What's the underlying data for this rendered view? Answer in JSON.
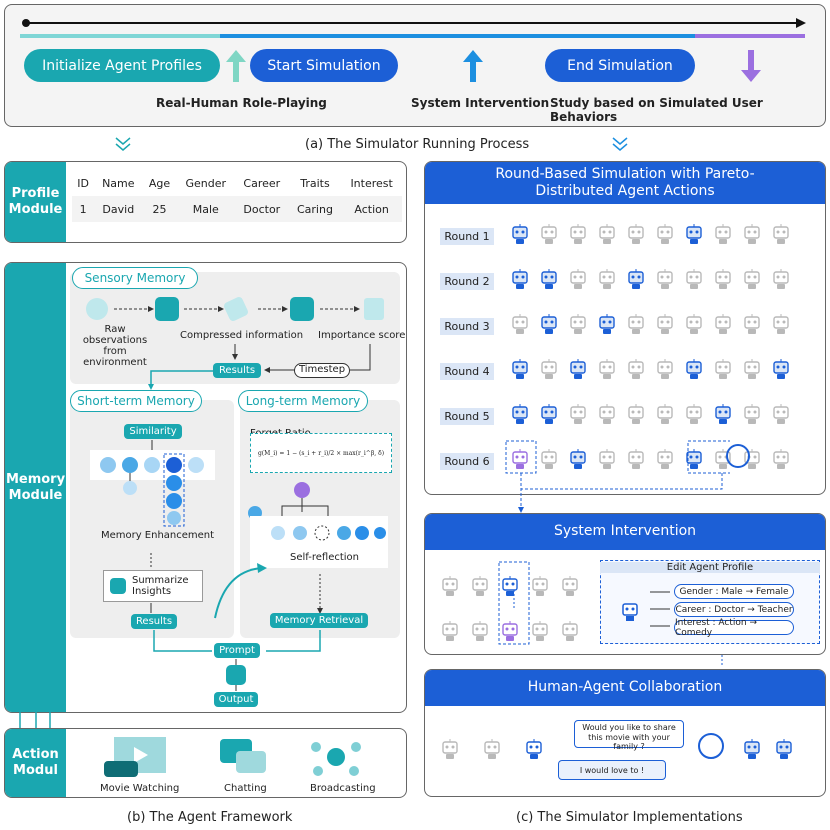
{
  "process": {
    "stage1": "Initialize Agent Profiles",
    "stage2": "Start Simulation",
    "stage3": "End Simulation",
    "label1": "Real-Human Role-Playing",
    "label2": "System Intervention",
    "label3": "Study based on Simulated User Behaviors",
    "caption": "(a) The Simulator Running Process"
  },
  "profile": {
    "header": "Profile Module",
    "columns": [
      "ID",
      "Name",
      "Age",
      "Gender",
      "Career",
      "Traits",
      "Interest"
    ],
    "row": [
      "1",
      "David",
      "25",
      "Male",
      "Doctor",
      "Caring",
      "Action"
    ]
  },
  "memory": {
    "header": "Memory Module",
    "sensory": "Sensory Memory",
    "raw": "Raw observations from environment",
    "compressed": "Compressed information",
    "importance": "Importance score",
    "timestep": "Timestep",
    "results": "Results",
    "short_term": "Short-term Memory",
    "long_term": "Long-term Memory",
    "similarity": "Similarity",
    "forget_ratio": "Forget Ratio",
    "formula": "g(M_i) = 1 − (s_i + r_i)/2 × max(r_i^β, δ)",
    "memory_enhancement": "Memory Enhancement",
    "summarize": "Summarize Insights",
    "results2": "Results",
    "self_reflection": "Self-reflection",
    "memory_retrieval": "Memory Retrieval",
    "prompt": "Prompt",
    "output": "Output"
  },
  "action": {
    "header": "Action Modul",
    "items": [
      "Movie Watching",
      "Chatting",
      "Broadcasting"
    ]
  },
  "caption_b": "(b) The Agent Framework",
  "caption_c": "(c) The Simulator Implementations",
  "rounds_panel": {
    "title": "Round-Based Simulation with Pareto-Distributed Agent Actions",
    "rounds": [
      {
        "label": "Round 1",
        "active": [
          0,
          6
        ]
      },
      {
        "label": "Round 2",
        "active": [
          0,
          1,
          4
        ]
      },
      {
        "label": "Round 3",
        "active": [
          1,
          3
        ]
      },
      {
        "label": "Round 4",
        "active": [
          0,
          2,
          6,
          9
        ]
      },
      {
        "label": "Round 5",
        "active": [
          0,
          1,
          7
        ]
      },
      {
        "label": "Round 6",
        "active": [
          2,
          6
        ]
      }
    ]
  },
  "intervention": {
    "title": "System Intervention",
    "edit_title": "Edit Agent Profile",
    "edits": [
      "Gender : Male → Female",
      "Career : Doctor → Teacher",
      "Interest : Action → Comedy"
    ]
  },
  "collaboration": {
    "title": "Human-Agent Collaboration",
    "question": "Would you like to share this movie with your family ?",
    "answer": "I would love to !"
  },
  "colors": {
    "teal": "#1aa7b0",
    "blue": "#1c5fd6",
    "purple": "#9b6fe0",
    "gray": "#b9b9b9"
  }
}
